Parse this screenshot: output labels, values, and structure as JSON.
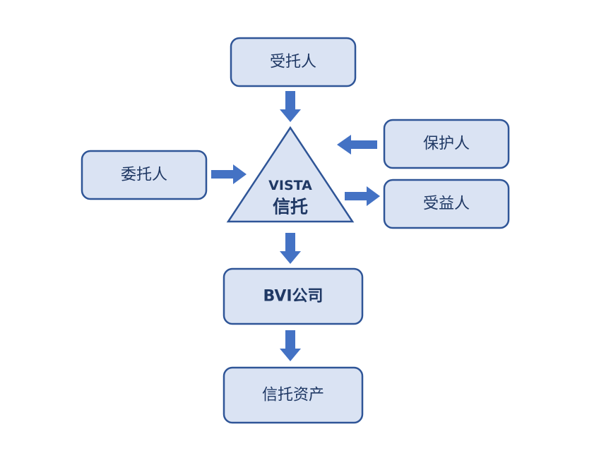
{
  "nodes": {
    "trustee": "受托人",
    "settlor": "委托人",
    "protector": "保护人",
    "beneficiary": "受益人",
    "trust_line1": "VISTA",
    "trust_line2": "信托",
    "bvi_company": "BVI公司",
    "trust_assets": "信托资产"
  },
  "colors": {
    "box_fill": "#dae3f3",
    "box_border": "#2f5597",
    "arrow": "#4472c4",
    "text": "#1f3864"
  }
}
